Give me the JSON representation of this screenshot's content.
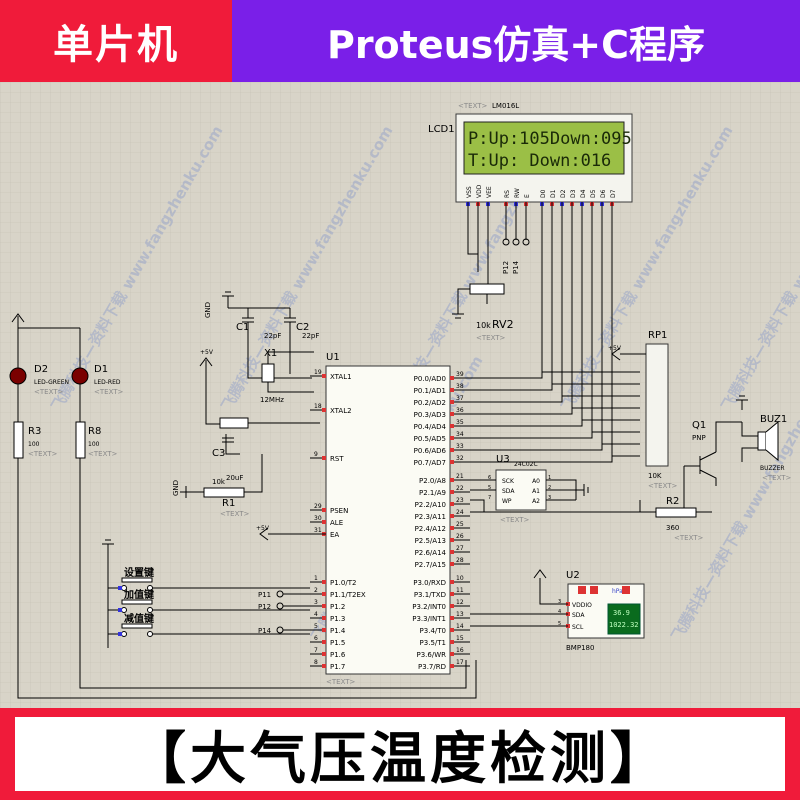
{
  "header": {
    "left_title": "单片机",
    "right_title": "Proteus仿真+C程序"
  },
  "footer": {
    "title": "【大气压温度检测】"
  },
  "placeholder_tag": "<TEXT>",
  "lcd": {
    "ref": "LCD1",
    "part": "LM016L",
    "line1": "P:Up:105Down:095",
    "line2": "T:Up:    Down:016",
    "pins": [
      "VSS",
      "VDD",
      "VEE",
      "RS",
      "RW",
      "E",
      "D0",
      "D1",
      "D2",
      "D3",
      "D4",
      "D5",
      "D6",
      "D7"
    ]
  },
  "rv2": {
    "ref": "RV2",
    "value": "10k"
  },
  "lcd_ctrl_nets": [
    "P12",
    "P14"
  ],
  "caps": {
    "c1": {
      "ref": "C1",
      "value": "22pF"
    },
    "c2": {
      "ref": "C2",
      "value": "22pF"
    },
    "c3": {
      "ref": "C3",
      "value": "20uF"
    }
  },
  "crystal": {
    "ref": "X1",
    "value": "12MHz"
  },
  "r1": {
    "ref": "R1",
    "value": "10k"
  },
  "gnd": "GND",
  "vcc": "+5V",
  "u1": {
    "ref": "U1",
    "left_pins": [
      {
        "num": "19",
        "name": "XTAL1"
      },
      {
        "num": "18",
        "name": "XTAL2"
      },
      {
        "num": "9",
        "name": "RST"
      },
      {
        "num": "29",
        "name": "PSEN"
      },
      {
        "num": "30",
        "name": "ALE"
      },
      {
        "num": "31",
        "name": "EA"
      },
      {
        "num": "1",
        "name": "P1.0/T2"
      },
      {
        "num": "2",
        "name": "P1.1/T2EX"
      },
      {
        "num": "3",
        "name": "P1.2"
      },
      {
        "num": "4",
        "name": "P1.3"
      },
      {
        "num": "5",
        "name": "P1.4"
      },
      {
        "num": "6",
        "name": "P1.5"
      },
      {
        "num": "7",
        "name": "P1.6"
      },
      {
        "num": "8",
        "name": "P1.7"
      }
    ],
    "right_p0": [
      {
        "num": "39",
        "name": "P0.0/AD0"
      },
      {
        "num": "38",
        "name": "P0.1/AD1"
      },
      {
        "num": "37",
        "name": "P0.2/AD2"
      },
      {
        "num": "36",
        "name": "P0.3/AD3"
      },
      {
        "num": "35",
        "name": "P0.4/AD4"
      },
      {
        "num": "34",
        "name": "P0.5/AD5"
      },
      {
        "num": "33",
        "name": "P0.6/AD6"
      },
      {
        "num": "32",
        "name": "P0.7/AD7"
      }
    ],
    "right_p2": [
      {
        "num": "21",
        "name": "P2.0/A8"
      },
      {
        "num": "22",
        "name": "P2.1/A9"
      },
      {
        "num": "23",
        "name": "P2.2/A10"
      },
      {
        "num": "24",
        "name": "P2.3/A11"
      },
      {
        "num": "25",
        "name": "P2.4/A12"
      },
      {
        "num": "26",
        "name": "P2.5/A13"
      },
      {
        "num": "27",
        "name": "P2.6/A14"
      },
      {
        "num": "28",
        "name": "P2.7/A15"
      }
    ],
    "right_p3": [
      {
        "num": "10",
        "name": "P3.0/RXD"
      },
      {
        "num": "11",
        "name": "P3.1/TXD"
      },
      {
        "num": "12",
        "name": "P3.2/INT0"
      },
      {
        "num": "13",
        "name": "P3.3/INT1"
      },
      {
        "num": "14",
        "name": "P3.4/T0"
      },
      {
        "num": "15",
        "name": "P3.5/T1"
      },
      {
        "num": "16",
        "name": "P3.6/WR"
      },
      {
        "num": "17",
        "name": "P3.7/RD"
      }
    ]
  },
  "u3": {
    "ref": "U3",
    "part": "24C02C",
    "pins": [
      "SCK",
      "SDA",
      "WP",
      "A0",
      "A1",
      "A2"
    ],
    "nums": [
      "6",
      "5",
      "7",
      "1",
      "2",
      "3"
    ]
  },
  "rp1": {
    "ref": "RP1",
    "value": "10K"
  },
  "q1": {
    "ref": "Q1",
    "type": "PNP"
  },
  "r2": {
    "ref": "R2",
    "value": "360"
  },
  "buz1": {
    "ref": "BUZ1",
    "part": "BUZZER"
  },
  "u2": {
    "ref": "U2",
    "part": "BMP180",
    "pins": [
      "VDDIO",
      "SDA",
      "SCL"
    ],
    "nums": [
      "3",
      "4",
      "5"
    ],
    "unit": "hPa",
    "temp": "36.9",
    "pressure": "1022.32"
  },
  "leds": {
    "d2": {
      "ref": "D2",
      "part": "LED-GREEN"
    },
    "d1": {
      "ref": "D1",
      "part": "LED-RED"
    }
  },
  "r3": {
    "ref": "R3",
    "value": "100"
  },
  "r8": {
    "ref": "R8",
    "value": "100"
  },
  "buttons": [
    "设置键",
    "加值键",
    "减值键"
  ],
  "p1_nets": [
    "P11",
    "P12",
    "P14"
  ],
  "watermark": "飞腾科技—资料下载 www.fangzhenku.com"
}
